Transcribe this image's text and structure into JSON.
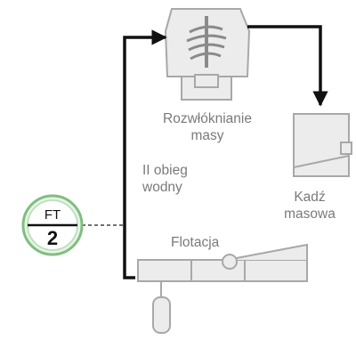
{
  "labels": {
    "pulper_line1": "Rozwłóknianie",
    "pulper_line2": "masy",
    "return_line1": "II obieg",
    "return_line2": "wodny",
    "chest_line1": "Kadź",
    "chest_line2": "masowa",
    "flotation": "Flotacja"
  },
  "instrument": {
    "tag_top": "FT",
    "tag_bottom": "2"
  },
  "colors": {
    "equipment_fill": "#ececec",
    "equipment_stroke": "#a8a8a8",
    "pipe": "#111111",
    "text": "#7a7a7a",
    "instrument_ring": "#7fbf7f",
    "dashed": "#444444"
  }
}
